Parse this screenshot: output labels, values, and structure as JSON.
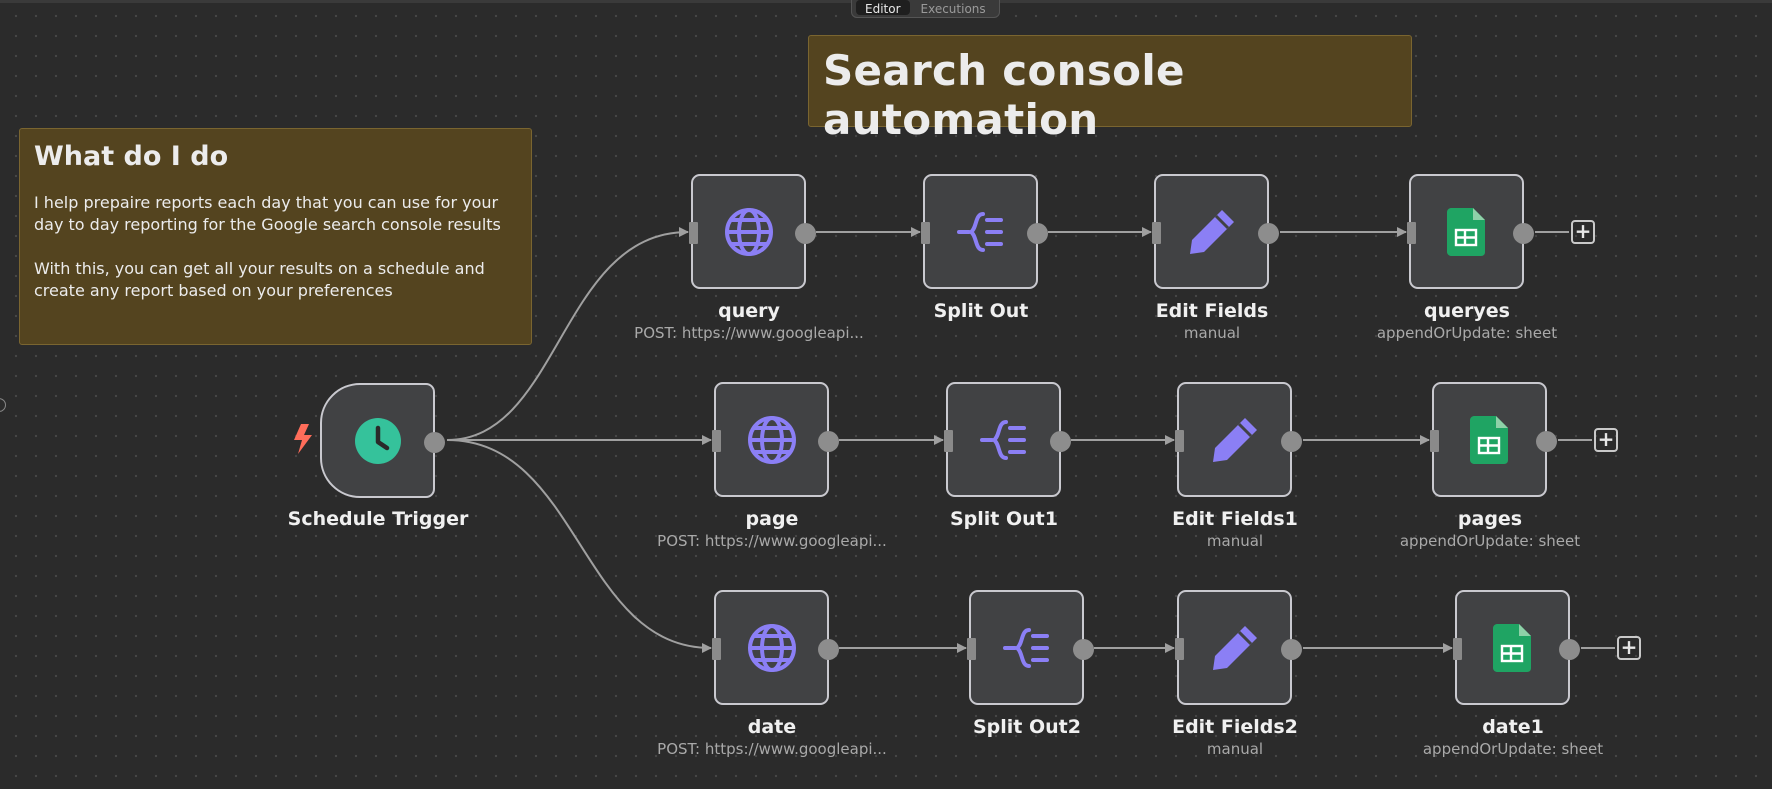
{
  "tabs": [
    {
      "label": "Editor",
      "active": true
    },
    {
      "label": "Executions",
      "active": false
    }
  ],
  "sticky_main": {
    "title": "What do I do",
    "paragraphs": [
      "I help prepaire reports each day that you can use for your day to day reporting for the Google search console results",
      "With this, you can get all your results on a schedule and create any report based on your preferences"
    ]
  },
  "sticky_title": {
    "title": "Search console automation"
  },
  "nodes": {
    "schedule": {
      "label": "Schedule Trigger",
      "icon": "clock-icon"
    },
    "query": {
      "label": "query",
      "sub": "POST: https://www.googleapi...",
      "icon": "globe-icon"
    },
    "split_out": {
      "label": "Split Out",
      "icon": "split-icon"
    },
    "edit_fields": {
      "label": "Edit Fields",
      "sub": "manual",
      "icon": "pencil-icon"
    },
    "queryes": {
      "label": "queryes",
      "sub": "appendOrUpdate: sheet",
      "icon": "sheets-icon"
    },
    "page": {
      "label": "page",
      "sub": "POST: https://www.googleapi...",
      "icon": "globe-icon"
    },
    "split_out1": {
      "label": "Split Out1",
      "icon": "split-icon"
    },
    "edit_fields1": {
      "label": "Edit Fields1",
      "sub": "manual",
      "icon": "pencil-icon"
    },
    "pages": {
      "label": "pages",
      "sub": "appendOrUpdate: sheet",
      "icon": "sheets-icon"
    },
    "date": {
      "label": "date",
      "sub": "POST: https://www.googleapi...",
      "icon": "globe-icon"
    },
    "split_out2": {
      "label": "Split Out2",
      "icon": "split-icon"
    },
    "edit_fields2": {
      "label": "Edit Fields2",
      "sub": "manual",
      "icon": "pencil-icon"
    },
    "date1": {
      "label": "date1",
      "sub": "appendOrUpdate: sheet",
      "icon": "sheets-icon"
    }
  },
  "plus_symbol": "+",
  "colors": {
    "canvas": "#2b2b2b",
    "sticky": "#54441f",
    "node": "#414244",
    "accent_purple": "#8b7ff5",
    "trigger_green": "#35c29b",
    "sheets_green": "#1fa463",
    "bolt": "#ff6d5a"
  }
}
